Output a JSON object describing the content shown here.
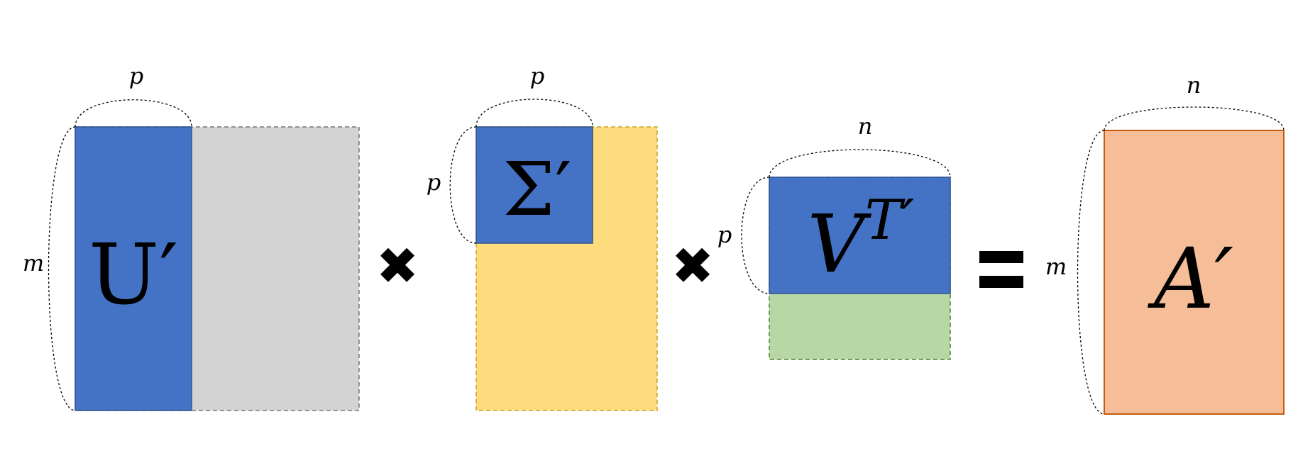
{
  "colors": {
    "blue": "#4472c4",
    "gray": "#d3d3d3",
    "yellow": "#fedc7e",
    "green": "#b7d7a4",
    "orange": "#f5bd98",
    "orange_border": "#c55a11"
  },
  "labels": {
    "u": "U′",
    "sigma": "Σ′",
    "v_base": "V",
    "v_sup": "T′",
    "a": "A′",
    "times1": "✖",
    "times2": "✖",
    "equals": "="
  },
  "dims": {
    "u_top": "p",
    "u_side": "m",
    "sigma_top": "p",
    "sigma_side": "p",
    "v_top": "n",
    "v_side": "p",
    "a_top": "n",
    "a_side": "m"
  }
}
